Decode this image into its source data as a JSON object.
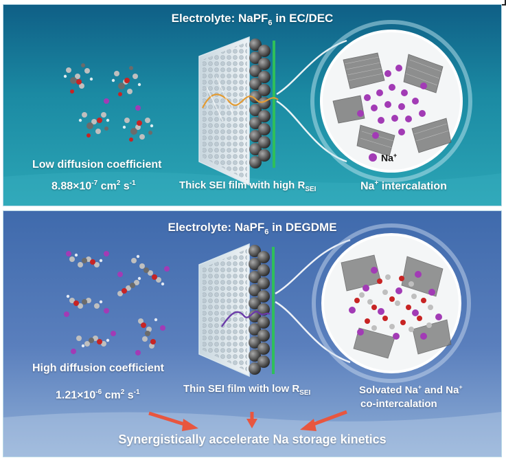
{
  "top_panel": {
    "title": {
      "prefix": "Electrolyte: NaPF",
      "sub": "6",
      "suffix": " in EC/DEC"
    },
    "left_caption": "Low diffusion coefficient",
    "value": {
      "mant": "8.88×10",
      "exp": "-7",
      "unit": " cm",
      "unit_exp": "2",
      "unit2": " s",
      "unit2_exp": "-1"
    },
    "middle_caption": {
      "text": "Thick SEI film with high R",
      "sub": "SEI"
    },
    "right_caption": {
      "text": "Na",
      "sup": "+",
      "tail": " intercalation"
    },
    "legend": {
      "text": "Na",
      "sup": "+"
    }
  },
  "bottom_panel": {
    "title": {
      "prefix": "Electrolyte: NaPF",
      "sub": "6",
      "suffix": " in DEGDME"
    },
    "left_caption": "High diffusion coefficient",
    "value": {
      "mant": "1.21×10",
      "exp": "-6",
      "unit": " cm",
      "unit_exp": "2",
      "unit2": " s",
      "unit2_exp": "-1"
    },
    "middle_caption": {
      "text": "Thin SEI film with low R",
      "sub": "SEI"
    },
    "right_caption": {
      "line1_a": "Solvated Na",
      "line1_sup1": "+",
      "line1_b": " and Na",
      "line1_sup2": "+",
      "line2": "co-intercalation"
    },
    "conclusion": "Synergistically accelerate Na storage kinetics"
  },
  "colors": {
    "top_bg": "#1d8fa6",
    "bottom_bg": "#4a6fb0",
    "sodium": "#a23bb5",
    "oxygen": "#c72424",
    "arrow": "#e8563f",
    "sei_top": "#e39b32",
    "sei_bottom": "#6a3aa8"
  }
}
